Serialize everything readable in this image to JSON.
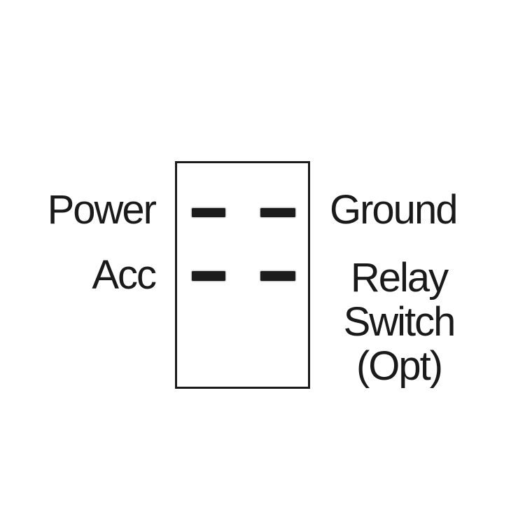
{
  "colors": {
    "background": "#ffffff",
    "line": "#1b1b1b",
    "terminal": "#1c1c1c",
    "text": "#1a1a1a"
  },
  "diagram": {
    "type": "rocker-switch-wiring-diagram",
    "labels": {
      "power": "Power",
      "acc": "Acc",
      "ground": "Ground",
      "relay_line1": "Relay",
      "relay_line2": "Switch",
      "relay_line3": "(Opt)"
    },
    "terminals": [
      {
        "name": "power",
        "side": "left",
        "row": "top"
      },
      {
        "name": "ground",
        "side": "right",
        "row": "top"
      },
      {
        "name": "acc",
        "side": "left",
        "row": "bottom"
      },
      {
        "name": "relay-switch-opt",
        "side": "right",
        "row": "bottom"
      }
    ]
  }
}
